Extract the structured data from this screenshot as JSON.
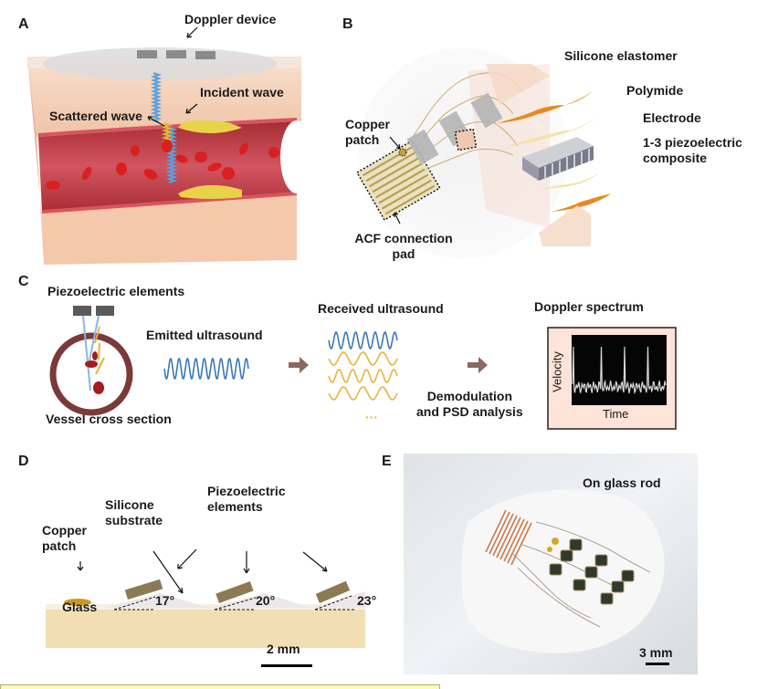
{
  "figure": {
    "panels": {
      "A": {
        "label": "A",
        "annotations": {
          "doppler_device": "Doppler device",
          "incident_wave": "Incident wave",
          "scattered_wave": "Scattered wave"
        }
      },
      "B": {
        "label": "B",
        "annotations": {
          "copper_patch": [
            "Copper",
            "patch"
          ],
          "acf_pad": [
            "ACF connection",
            "pad"
          ],
          "silicone_elastomer": "Silicone elastomer",
          "polymide": "Polymide",
          "electrode": "Electrode",
          "piezo_composite": [
            "1-3 piezoelectric",
            "composite"
          ]
        }
      },
      "C": {
        "label": "C",
        "annotations": {
          "piezo_elements": "Piezoelectric elements",
          "vessel_cross_section": "Vessel cross section",
          "emitted_ultrasound": "Emitted ultrasound",
          "received_ultrasound": "Received ultrasound",
          "ellipsis": "···",
          "demodulation": [
            "Demodulation",
            "and PSD analysis"
          ],
          "doppler_spectrum": "Doppler spectrum",
          "velocity_axis": "Velocity",
          "time_axis": "Time"
        }
      },
      "D": {
        "label": "D",
        "annotations": {
          "copper_patch": [
            "Copper",
            "patch"
          ],
          "silicone_substrate": [
            "Silicone",
            "substrate"
          ],
          "piezo_elements": [
            "Piezoelectric",
            "elements"
          ],
          "glass": "Glass",
          "angles": [
            "17°",
            "20°",
            "23°"
          ],
          "scale_bar": "2 mm"
        }
      },
      "E": {
        "label": "E",
        "annotations": {
          "on_glass_rod": "On glass rod",
          "scale_bar": "3 mm"
        }
      }
    },
    "colors": {
      "tissue": "#f0c4a6",
      "vessel": "#c8404a",
      "blood_cell": "#d91f1f",
      "plaque": "#e8d24a",
      "wave_blue": "#3a78b8",
      "wave_yellow": "#e6b43a",
      "arrow_brown": "#8a6a5e",
      "vessel_ring": "#7a3a38",
      "spectrum_bg": "#fde3d8",
      "polymide": "#e8891f",
      "electrode": "#f3e3a2",
      "highlight": "#fdfcb0"
    }
  }
}
